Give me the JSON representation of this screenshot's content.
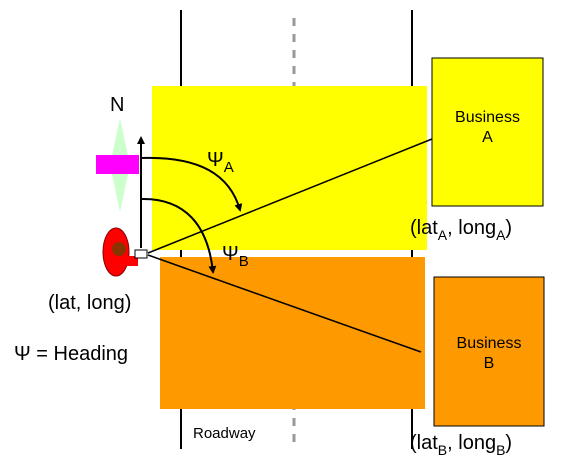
{
  "north_label": "N",
  "psi_symbol": "Ψ",
  "psi_a_sub": "A",
  "psi_b_sub": "B",
  "position_label": "(lat, long)",
  "heading_legend": {
    "symbol": "Ψ",
    "text": " = Heading"
  },
  "roadway_label": "Roadway",
  "business_a": {
    "line1": "Business",
    "line2": "A",
    "coord_lat": "lat",
    "coord_long": "long",
    "sub": "A",
    "color": "#FFFF00"
  },
  "business_b": {
    "line1": "Business",
    "line2": "B",
    "coord_lat": "lat",
    "coord_long": "long",
    "sub": "B",
    "color": "#FF9900"
  },
  "colors": {
    "region_a": "#FFFF00",
    "region_b": "#FF9900",
    "compass_arrow": "#CCFFCC",
    "compass_bar": "#FF00FF",
    "vehicle": "#FF0000"
  },
  "icons": [
    "compass-icon",
    "vehicle-icon"
  ]
}
